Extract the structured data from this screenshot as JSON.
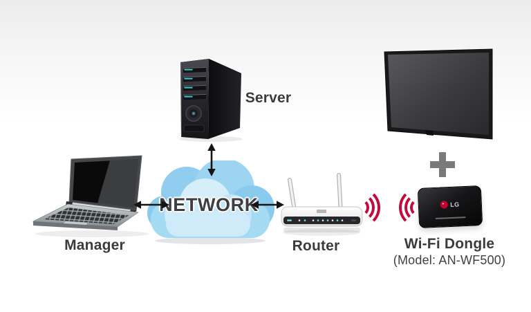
{
  "diagram": {
    "nodes": [
      {
        "id": "manager",
        "label": "Manager",
        "type": "laptop"
      },
      {
        "id": "network",
        "label": "NETWORK",
        "type": "cloud"
      },
      {
        "id": "server",
        "label": "Server",
        "type": "tower-server"
      },
      {
        "id": "router",
        "label": "Router",
        "type": "wireless-router"
      },
      {
        "id": "display",
        "label": "",
        "type": "flat-panel-display"
      },
      {
        "id": "dongle",
        "label": "Wi-Fi Dongle",
        "model": "(Model: AN-WF500)",
        "brand": "LG",
        "type": "usb-wifi-dongle"
      }
    ],
    "connections": [
      {
        "from": "server",
        "to": "network",
        "style": "double-headed-arrow"
      },
      {
        "from": "manager",
        "to": "network",
        "style": "double-headed-arrow"
      },
      {
        "from": "network",
        "to": "router",
        "style": "double-headed-arrow"
      },
      {
        "from": "router",
        "to": "dongle",
        "style": "wifi-signal"
      },
      {
        "from": "display",
        "to": "dongle",
        "style": "plus-combination"
      }
    ]
  },
  "icons": {
    "wifi_signal": "wifi-signal-icon",
    "plus": "+",
    "arrow": "double-headed-arrow-icon"
  },
  "colors": {
    "background_top": "#ececec",
    "background_bottom": "#ffffff",
    "wifi_wave_red": "#c00c3e",
    "lg_logo_red": "#c3002f",
    "arrow_black": "#141414",
    "label_gray": "#3b3b3e",
    "plus_gray": "#7a7a7a",
    "cloud_blue_dark": "#8acaed",
    "cloud_blue_mid": "#9ed5f1",
    "cloud_blue_light": "#d6eefa"
  }
}
